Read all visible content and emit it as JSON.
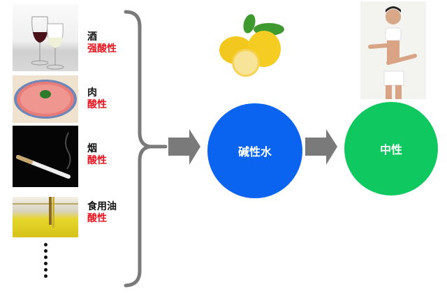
{
  "left_items": [
    {
      "name": "酒",
      "property": "强酸性",
      "image": "wine-glasses"
    },
    {
      "name": "肉",
      "property": "酸性",
      "image": "raw-meat-plate"
    },
    {
      "name": "烟",
      "property": "酸性",
      "image": "cigarette"
    },
    {
      "name": "食用油",
      "property": "酸性",
      "image": "cooking-oil"
    }
  ],
  "ellipsis": "⋮",
  "middle": {
    "label": "碱性水",
    "color": "#0a64f0",
    "image": "lemons"
  },
  "right": {
    "label": "中性",
    "color": "#10c860",
    "image": "fit-woman"
  },
  "colors": {
    "acid_text": "#e8141e",
    "connector": "#7a7a7a"
  }
}
